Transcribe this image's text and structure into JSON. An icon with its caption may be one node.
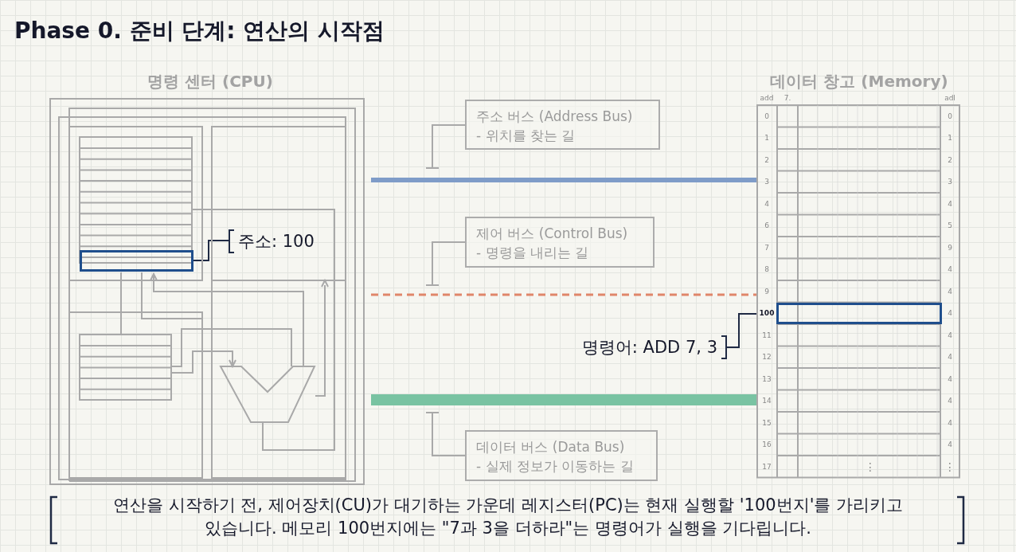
{
  "diagram": {
    "title": "Phase 0. 준비 단계: 연산의 시작점",
    "caption": "연산을 시작하기 전, 제어장치(CU)가 대기하는 가운데 레지스터(PC)는 현재 실행할 '100번지'를 가리키고 있습니다. 메모리 100번지에는 \"7과 3을 더하라\"는 명령어가 실행을 기다립니다.",
    "nodes": [
      {
        "text": [
          "명령 센터 (CPU)"
        ]
      },
      {
        "text": [
          "데이터 창고 (Memory)"
        ]
      },
      {
        "text": [],
        "shape": "box",
        "in": 0
      },
      {
        "text": [
          "주소: 100"
        ],
        "in": 0
      },
      {
        "text": [],
        "shape": "box",
        "in": 1
      },
      {
        "text": [
          "명령어: ADD 7, 3"
        ]
      },
      {
        "text": [
          "주소 버스 (Address Bus)",
          "- 위치를 찾는 길"
        ]
      },
      {
        "text": [
          "제어 버스 (Control Bus)",
          "- 명령을 내리는 길"
        ]
      },
      {
        "text": [
          "데이터 버스 (Data Bus)",
          "- 실제 정보가 이동하는 길"
        ]
      }
    ],
    "edges": [
      {
        "from": 3,
        "to": 2,
        "arrow": "none",
        "color": "#1f2a44"
      },
      {
        "from": 5,
        "to": 4,
        "arrow": "none",
        "color": "#1f2a44"
      },
      {
        "from": 0,
        "to": 1,
        "arrow": "none",
        "style": "thick",
        "color": "#7f9cc8"
      },
      {
        "from": 0,
        "to": 1,
        "arrow": "none",
        "style": "dashed",
        "color": "#e0866a"
      },
      {
        "from": 0,
        "to": 1,
        "arrow": "none",
        "style": "thick",
        "color": "#79c3a2"
      },
      {
        "from": 6,
        "to": null,
        "arrow": "other"
      },
      {
        "from": 7,
        "to": null,
        "arrow": "other"
      },
      {
        "from": 8,
        "to": null,
        "arrow": "other"
      }
    ],
    "labels": [
      "add",
      "7.",
      "adl",
      "0",
      "0",
      "1",
      "1",
      "2",
      "2",
      "3",
      "3",
      "4",
      "4",
      "6",
      "5",
      "7",
      "9",
      "8",
      "4",
      "9",
      "4",
      "100",
      "4",
      "11",
      "4",
      "12",
      "4",
      "13",
      "4",
      "14",
      "4",
      "15",
      "4",
      "16",
      "4",
      "17",
      "⋮",
      "⋮"
    ]
  }
}
